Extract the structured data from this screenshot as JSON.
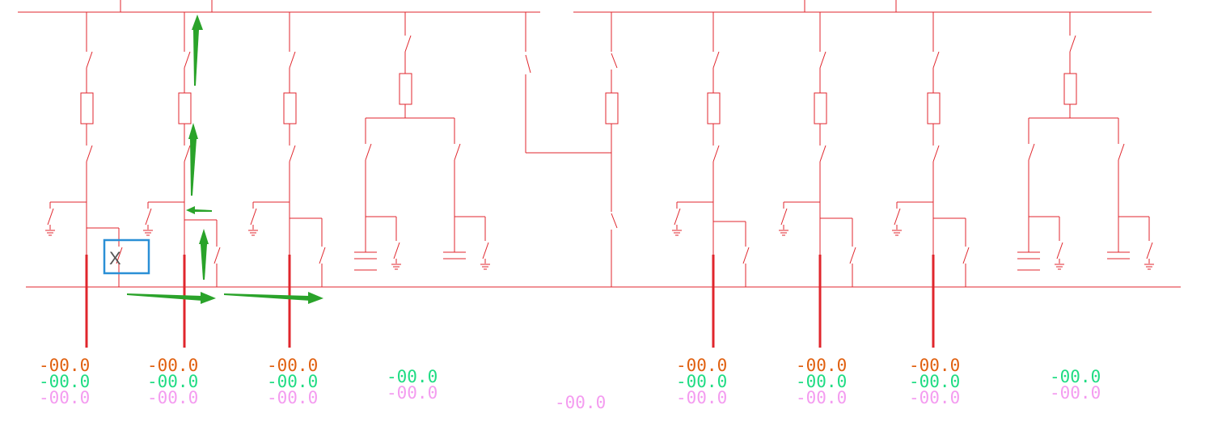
{
  "colors": {
    "line": "#e0262c",
    "arrow": "#2aa32a",
    "selection": "#2a8fd6",
    "value_p": "#e06010",
    "value_q": "#1fdc83",
    "value_i": "#f49cf0"
  },
  "selection_marker": {
    "label": "X"
  },
  "readouts": [
    {
      "p": "-00.0",
      "q": "-00.0",
      "i": "-00.0"
    },
    {
      "p": "-00.0",
      "q": "-00.0",
      "i": "-00.0"
    },
    {
      "p": "-00.0",
      "q": "-00.0",
      "i": "-00.0"
    },
    {
      "q": "-00.0",
      "i": "-00.0"
    },
    {
      "i": "-00.0"
    },
    {
      "p": "-00.0",
      "q": "-00.0",
      "i": "-00.0"
    },
    {
      "p": "-00.0",
      "q": "-00.0",
      "i": "-00.0"
    },
    {
      "p": "-00.0",
      "q": "-00.0",
      "i": "-00.0"
    },
    {
      "q": "-00.0",
      "i": "-00.0"
    }
  ]
}
